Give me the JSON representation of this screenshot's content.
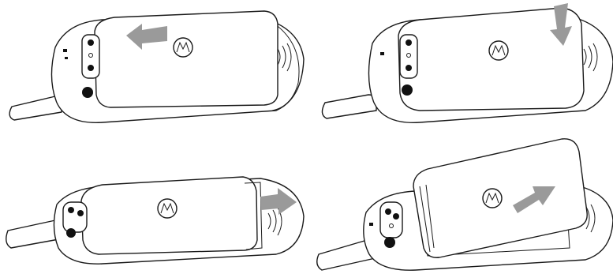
{
  "figure": {
    "description_panels": [
      {
        "id": "step-1",
        "arrow_direction": "left"
      },
      {
        "id": "step-2",
        "arrow_direction": "down"
      },
      {
        "id": "step-3",
        "arrow_direction": "right"
      },
      {
        "id": "step-4",
        "arrow_direction": "up-right"
      }
    ],
    "colors": {
      "line": "#1a1a1a",
      "arrow": "#9a9a9a",
      "background": "#ffffff"
    }
  }
}
